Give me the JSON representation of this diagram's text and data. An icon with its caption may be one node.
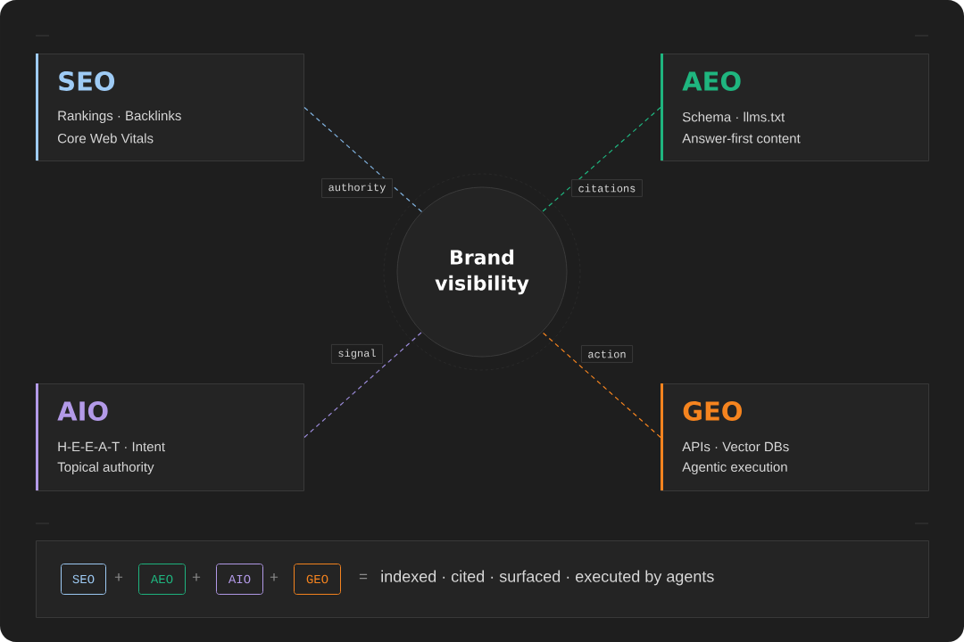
{
  "diagram": {
    "nodes": [
      {
        "text": [
          "SEO",
          "Rankings · Backlinks",
          "Core Web Vitals"
        ]
      },
      {
        "text": [
          "AEO",
          "Schema · llms.txt",
          "Answer-first content"
        ]
      },
      {
        "text": [
          "AIO",
          "H-E-E-A-T · Intent",
          "Topical authority"
        ]
      },
      {
        "text": [
          "GEO",
          "APIs · Vector DBs",
          "Agentic execution"
        ]
      },
      {
        "text": [
          "Brand visibility"
        ]
      },
      {
        "text": [
          "indexed · cited · surfaced · executed by agents"
        ]
      },
      {
        "text": [
          "SEO"
        ],
        "in": 5
      },
      {
        "text": [
          "AEO"
        ],
        "in": 5
      },
      {
        "text": [
          "AIO"
        ],
        "in": 5
      },
      {
        "text": [
          "GEO"
        ],
        "in": 5
      }
    ],
    "edges": [
      {
        "from": 0,
        "to": 4,
        "arrow": "none",
        "label": "authority",
        "style": "dashed",
        "color": "#7fb0dc"
      },
      {
        "from": 1,
        "to": 4,
        "arrow": "none",
        "label": "citations",
        "style": "dashed",
        "color": "#1fb57f"
      },
      {
        "from": 2,
        "to": 4,
        "arrow": "none",
        "label": "signal",
        "style": "dashed",
        "color": "#9a8ad8"
      },
      {
        "from": 3,
        "to": 4,
        "arrow": "none",
        "label": "action",
        "style": "dashed",
        "color": "#f5841f"
      }
    ],
    "labels": [
      "+",
      "+",
      "+",
      "="
    ]
  }
}
